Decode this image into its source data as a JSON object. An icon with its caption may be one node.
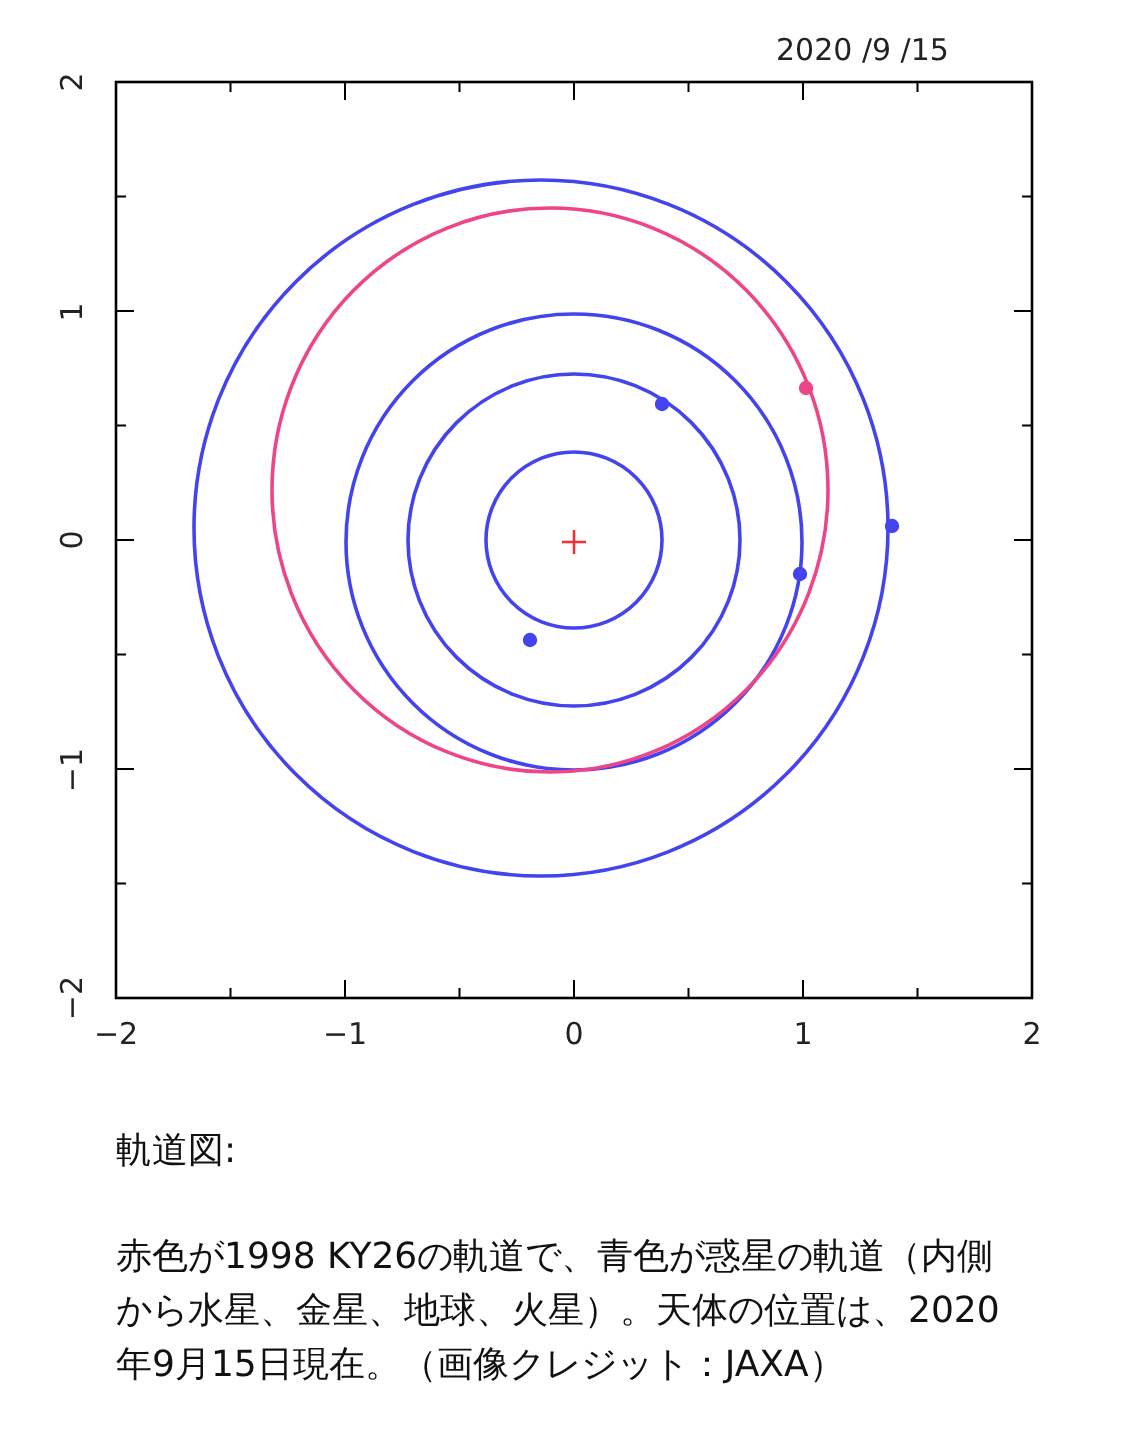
{
  "diagram": {
    "labels": [
      "2020 /9 /15",
      "2",
      "1",
      "0",
      "−1",
      "−2",
      "−2",
      "−1",
      "0",
      "1",
      "2",
      "軌道図:",
      "赤色が1998 KY26の軌道で、青色が惑星の軌道（内側から水星、金星、地球、火星）。天体の位置は、2020年9月15日現在。（画像クレジット：JAXA）"
    ]
  }
}
